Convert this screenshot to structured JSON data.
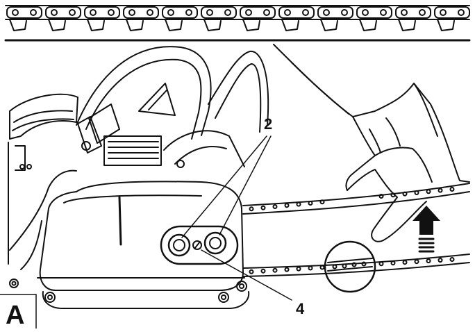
{
  "figure": {
    "callouts": {
      "adjust_nuts": "2",
      "tension_screw": "4"
    },
    "panel_label": "A",
    "arrow": {
      "direction": "up",
      "meaning": "lift bar tip"
    }
  }
}
